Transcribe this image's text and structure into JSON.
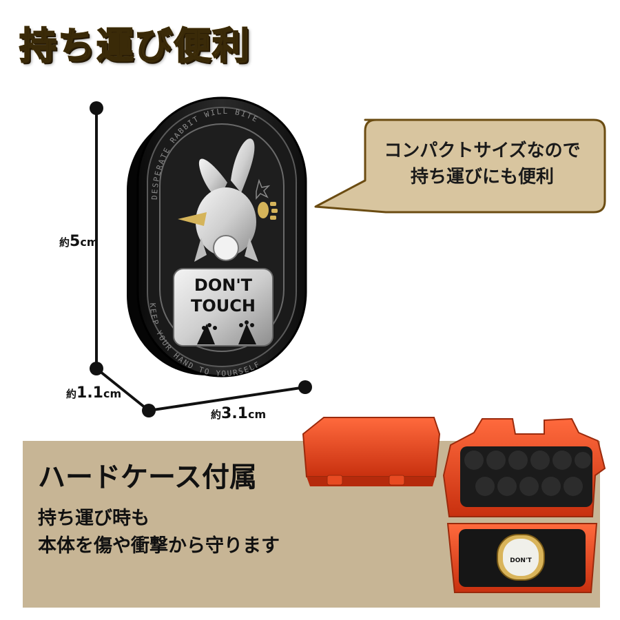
{
  "title": "持ち運び便利",
  "bubble": {
    "line1": "コンパクトサイズなので",
    "line2": "持ち運びにも便利"
  },
  "dimensions": {
    "height": {
      "prefix": "約",
      "value": "5",
      "unit": "cm"
    },
    "depth": {
      "prefix": "約",
      "value": "1.1",
      "unit": "cm"
    },
    "width": {
      "prefix": "約",
      "value": "3.1",
      "unit": "cm"
    }
  },
  "product": {
    "ring_text_top": "DESPERATE RABBIT WILL BITE",
    "ring_text_bottom": "KEEP YOUR HAND TO YOURSELF",
    "label_line1": "DON'T",
    "label_line2": "TOUCH"
  },
  "case_section": {
    "heading": "ハードケース付属",
    "line1": "持ち運び時も",
    "line2": "本体を傷や衝撃から守ります"
  },
  "colors": {
    "panel": "#c7b595",
    "bubble": "#d8c59f",
    "case": "#e8401f",
    "badge": "#1a1a1a"
  }
}
